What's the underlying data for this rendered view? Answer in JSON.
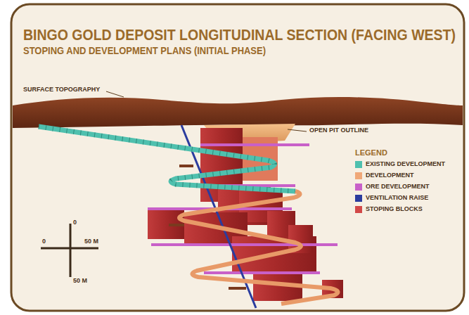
{
  "diagram": {
    "title": "BINGO GOLD DEPOSIT LONGITUDINAL SECTION (FACING WEST)",
    "labels": [
      "STOPING AND DEVELOPMENT PLANS (INITIAL PHASE)",
      "SURFACE TOPOGRAPHY",
      "OPEN PIT OUTLINE",
      "LEGEND",
      "0",
      "0",
      "50 M",
      "50 M"
    ],
    "legend": [
      {
        "text": "EXISTING DEVELOPMENT",
        "color": "#4fc0ae"
      },
      {
        "text": "DEVELOPMENT",
        "color": "#f0a878"
      },
      {
        "text": "ORE DEVELOPMENT",
        "color": "#c860c8"
      },
      {
        "text": "VENTILATION RAISE",
        "color": "#2b3c9e"
      },
      {
        "text": "STOPING BLOCKS",
        "color": "#d24848"
      }
    ]
  }
}
